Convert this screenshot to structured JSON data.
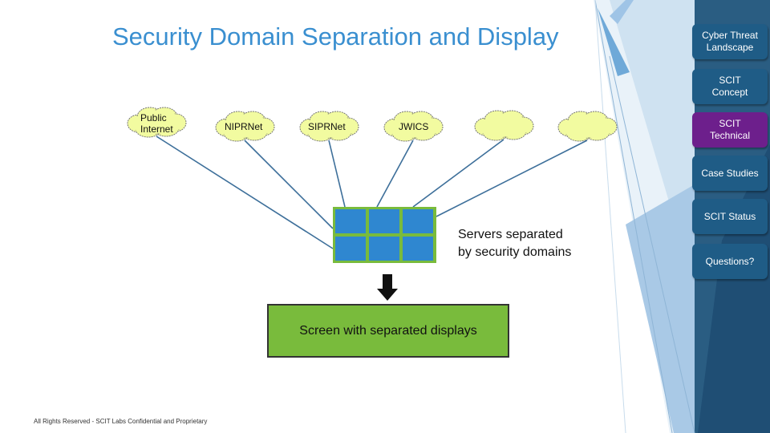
{
  "title": "Security Domain Separation and Display",
  "clouds": [
    {
      "label": "Public\nInternet"
    },
    {
      "label": "NIPRNet"
    },
    {
      "label": "SIPRNet"
    },
    {
      "label": "JWICS"
    },
    {
      "label": ""
    },
    {
      "label": ""
    }
  ],
  "servers_label": "Servers separated\nby security domains",
  "screen_label": "Screen with separated displays",
  "nav": [
    {
      "label": "Cyber Threat\nLandscape",
      "active": false
    },
    {
      "label": "SCIT\nConcept",
      "active": false
    },
    {
      "label": "SCIT\nTechnical",
      "active": true
    },
    {
      "label": "Case Studies",
      "active": false
    },
    {
      "label": "SCIT Status",
      "active": false
    },
    {
      "label": "Questions?",
      "active": false
    }
  ],
  "footer": "All Rights Reserved - SCIT Labs Confidential and Proprietary",
  "colors": {
    "title": "#3a8fd0",
    "nav": "#1f5c86",
    "nav_active": "#6d1f8c",
    "cloud": "#f2fba0",
    "server": "#2f87d0",
    "server_border": "#79bb3c",
    "screen": "#79bb3c",
    "connector": "#3d6f9a"
  }
}
